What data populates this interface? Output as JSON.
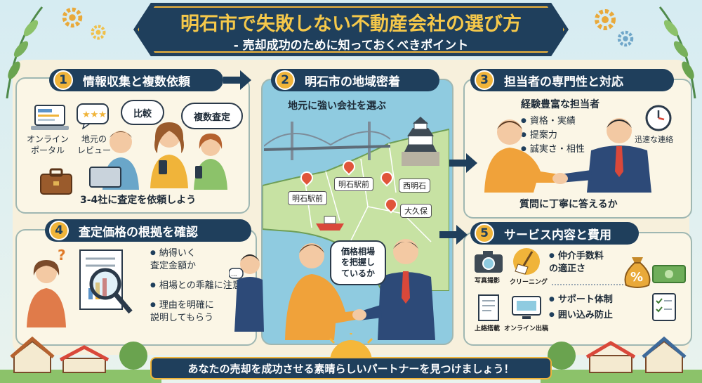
{
  "title": {
    "main": "明石市で失敗しない不動産会社の選び方",
    "sub": "- 売却成功のために知っておくべきポイント"
  },
  "sections": {
    "s1": {
      "num": "1",
      "title": "情報収集と複数依頼",
      "online": "オンライン\nポータル",
      "review": "地元の\nレビュー",
      "bubble_compare": "比較",
      "bubble_multi": "複数査定",
      "caption": "3-4社に査定を依頼しよう"
    },
    "s2": {
      "num": "2",
      "title": "明石市の地域密着",
      "caption": "地元に強い会社を選ぶ",
      "places": [
        "明石駅前",
        "明石駅前",
        "西明石",
        "大久保"
      ],
      "bubble": "価格相場\nを把握し\nているか"
    },
    "s3": {
      "num": "3",
      "title": "担当者の専門性と対応",
      "heading": "経験豊富な担当者",
      "bullets": [
        "資格・実績",
        "提案力",
        "誠実さ・相性"
      ],
      "fast": "迅速な連絡",
      "caption": "質問に丁寧に答えるか"
    },
    "s4": {
      "num": "4",
      "title": "査定価格の根拠を確認",
      "bullets": [
        "納得いく\n査定金額か",
        "相場との乖離に注意",
        "理由を明確に\n説明してもらう"
      ]
    },
    "s5": {
      "num": "5",
      "title": "サービス内容と費用",
      "services": [
        "写真撮影",
        "クリーニング",
        "上絡搭載",
        "オンライン出稿"
      ],
      "bullets_top": [
        "仲介手数料\nの適正さ"
      ],
      "bullets_bottom": [
        "サポート体制",
        "囲い込み防止"
      ],
      "percent": "%"
    }
  },
  "footer": {
    "text": "あなたの売却を成功させる素晴らしいパートナーを見つけましょう！"
  },
  "colors": {
    "navy": "#1f3f5c",
    "gold": "#f0b43a",
    "sky": "#cfe6ee",
    "sea": "#8fcbe0",
    "land": "#c7e2a3"
  },
  "icons": [
    "laptop-icon",
    "star-review-icon",
    "briefcase-icon",
    "bridge-icon",
    "castle-icon",
    "boat-icon",
    "clock-icon",
    "magnifier-icon",
    "question-icon",
    "camera-icon",
    "broom-icon",
    "document-icon",
    "monitor-icon",
    "money-bag-icon",
    "cash-icon",
    "checklist-icon",
    "gear-icon",
    "sun-icon",
    "house-icon"
  ]
}
